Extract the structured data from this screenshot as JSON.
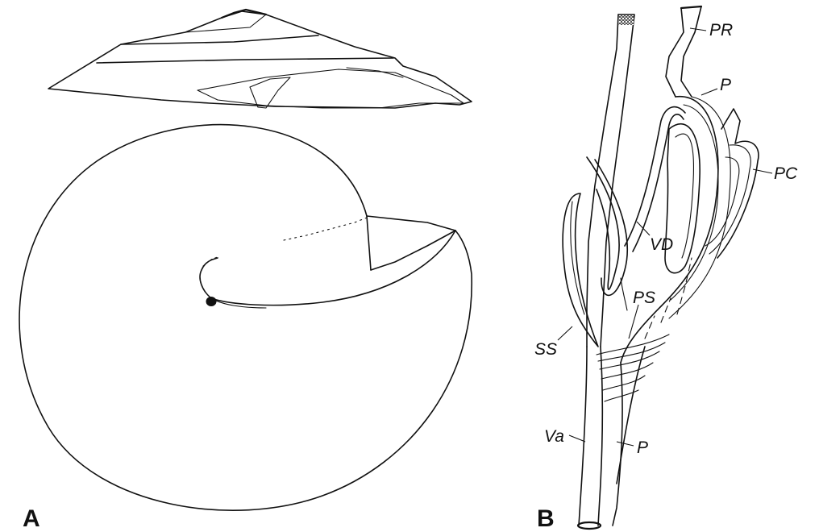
{
  "panels": [
    {
      "letter": "A"
    },
    {
      "letter": "B"
    }
  ],
  "labels": {
    "PR": "PR",
    "P_upper": "P",
    "PC": "PC",
    "VD": "VD",
    "PS": "PS",
    "SS": "SS",
    "Va": "Va",
    "P_lower": "P"
  },
  "colors": {
    "ink": "#111111",
    "background": "#ffffff"
  }
}
